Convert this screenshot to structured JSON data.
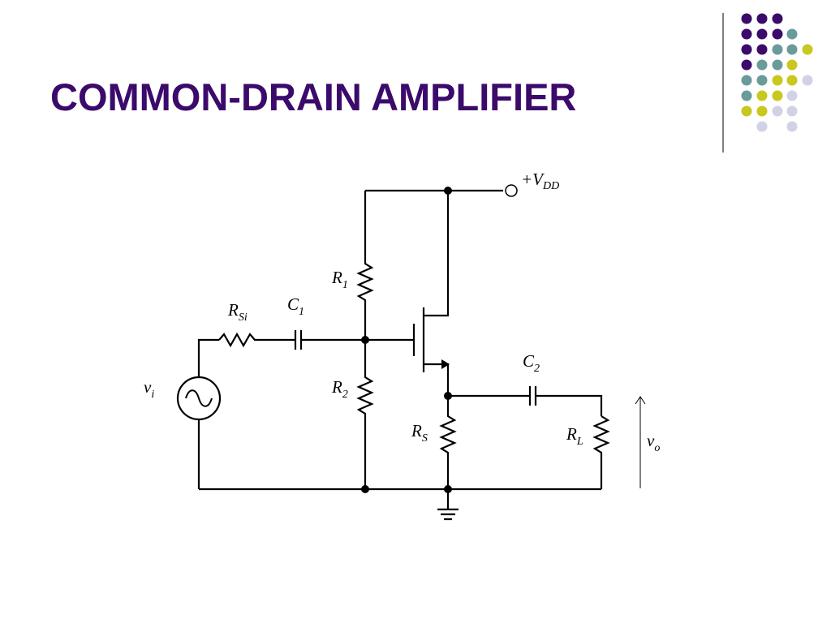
{
  "slide": {
    "title": "COMMON-DRAIN AMPLIFIER"
  },
  "decoration": {
    "dot_colors": {
      "purple": "#3b0a6b",
      "teal": "#6b9a9a",
      "lime": "#c8c81e",
      "lavender": "#d2d2e6"
    },
    "title_color": "#3b0a6b"
  },
  "circuit": {
    "labels": {
      "vdd": {
        "main": "+V",
        "sub": "DD"
      },
      "r1": {
        "main": "R",
        "sub": "1"
      },
      "r2": {
        "main": "R",
        "sub": "2"
      },
      "rsi": {
        "main": "R",
        "sub": "Si"
      },
      "c1": {
        "main": "C",
        "sub": "1"
      },
      "c2": {
        "main": "C",
        "sub": "2"
      },
      "rs": {
        "main": "R",
        "sub": "S"
      },
      "rl": {
        "main": "R",
        "sub": "L"
      },
      "vi": {
        "main": "v",
        "sub": "i"
      },
      "vo": {
        "main": "v",
        "sub": "o"
      }
    }
  }
}
